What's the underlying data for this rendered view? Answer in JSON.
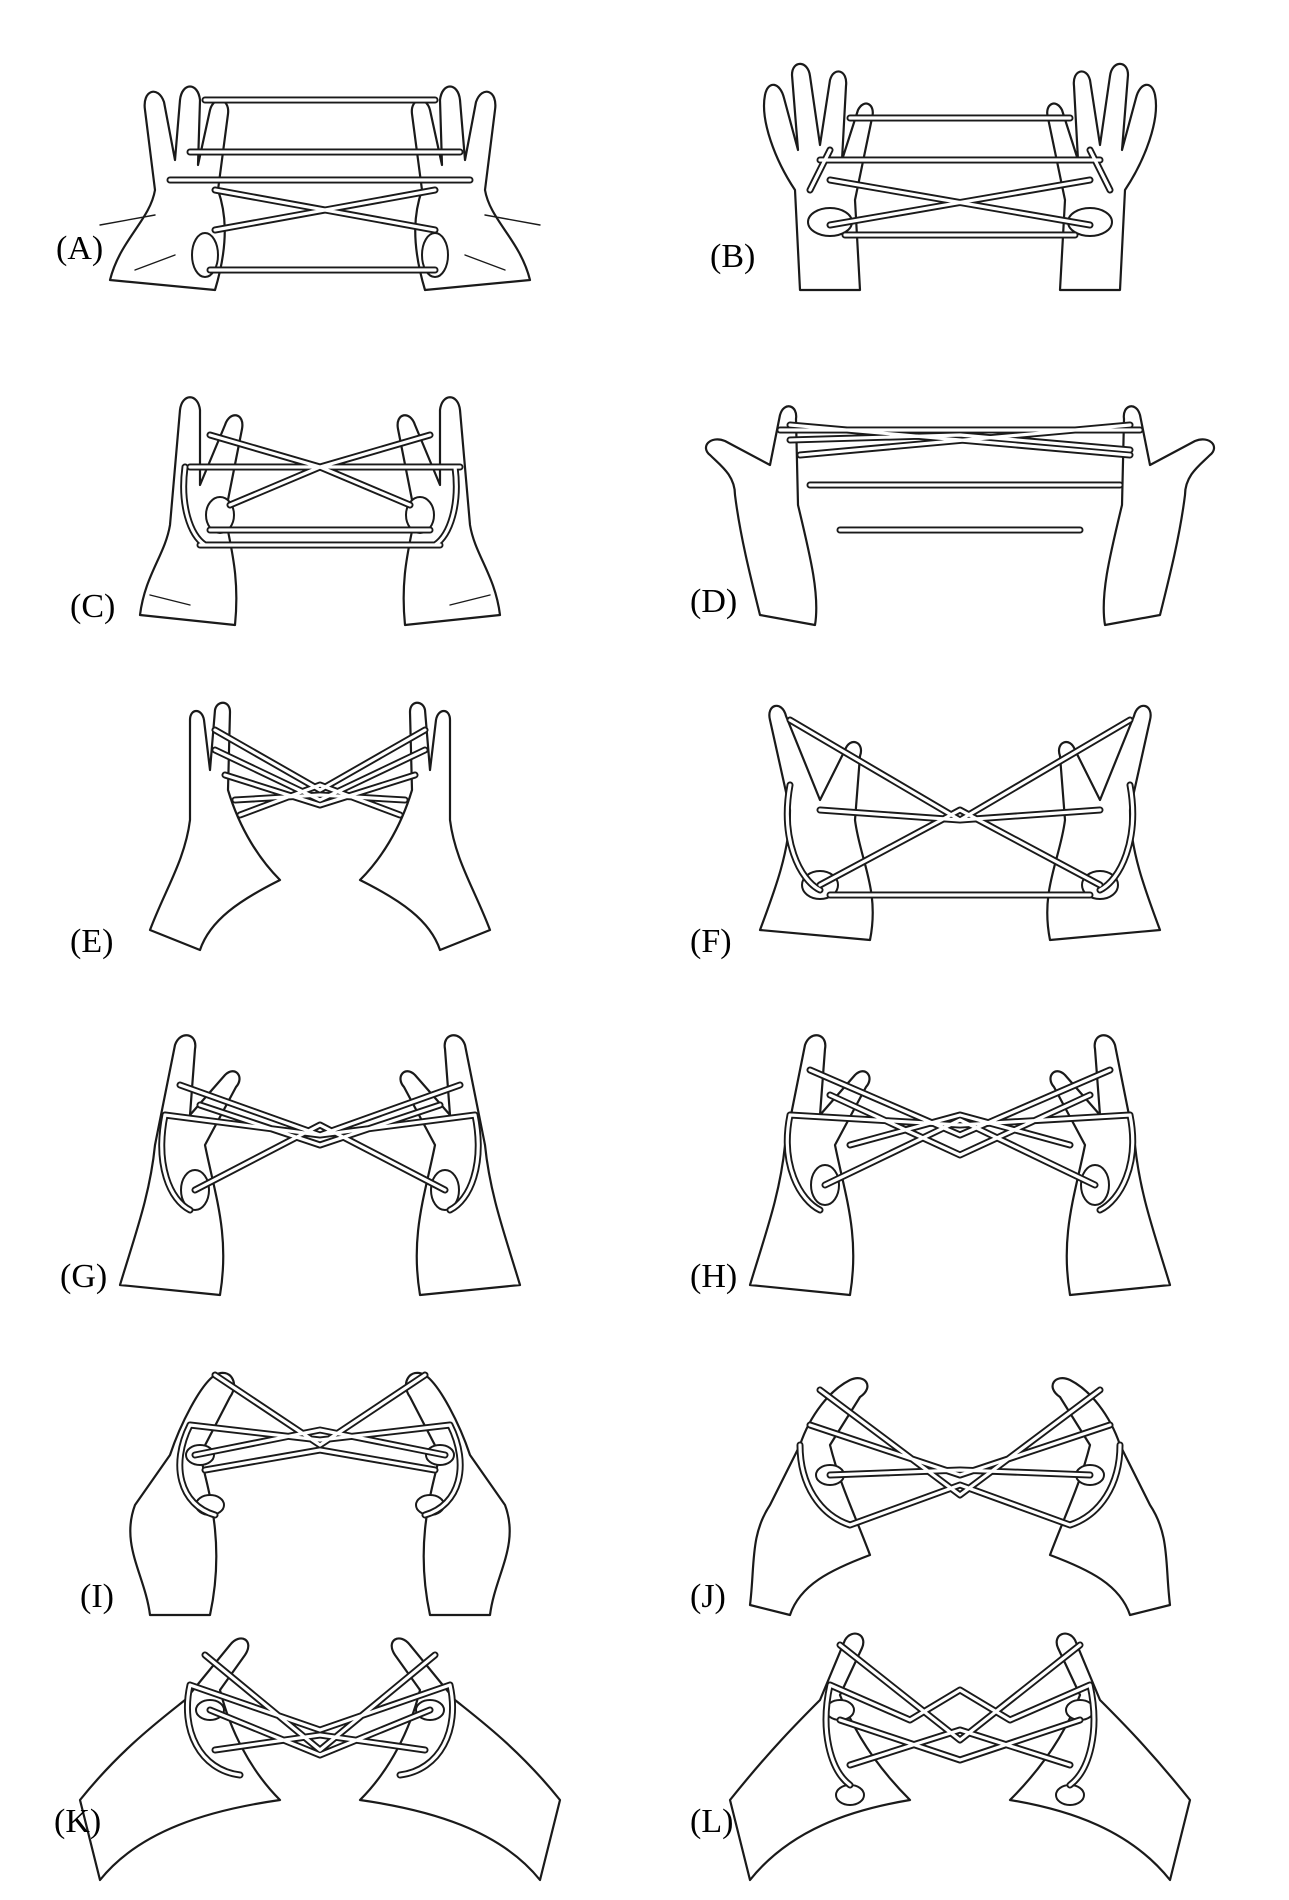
{
  "figure": {
    "panels": [
      {
        "id": "A",
        "label": "(A)",
        "pattern": "opening",
        "accent": "#1a1a1a"
      },
      {
        "id": "B",
        "label": "(B)",
        "pattern": "cross-low",
        "accent": "#1a1a1a"
      },
      {
        "id": "C",
        "label": "(C)",
        "pattern": "x-loop",
        "accent": "#1a1a1a"
      },
      {
        "id": "D",
        "label": "(D)",
        "pattern": "flat-x",
        "accent": "#1a1a1a"
      },
      {
        "id": "E",
        "label": "(E)",
        "pattern": "bow",
        "accent": "#1a1a1a"
      },
      {
        "id": "F",
        "label": "(F)",
        "pattern": "wide-x",
        "accent": "#1a1a1a"
      },
      {
        "id": "G",
        "label": "(G)",
        "pattern": "double-x",
        "accent": "#1a1a1a"
      },
      {
        "id": "H",
        "label": "(H)",
        "pattern": "multi-x",
        "accent": "#1a1a1a"
      },
      {
        "id": "I",
        "label": "(I)",
        "pattern": "tight-bow",
        "accent": "#1a1a1a"
      },
      {
        "id": "J",
        "label": "(J)",
        "pattern": "braid",
        "accent": "#1a1a1a"
      },
      {
        "id": "K",
        "label": "(K)",
        "pattern": "braid-2",
        "accent": "#1a1a1a"
      },
      {
        "id": "L",
        "label": "(L)",
        "pattern": "lattice",
        "accent": "#1a1a1a"
      }
    ]
  }
}
